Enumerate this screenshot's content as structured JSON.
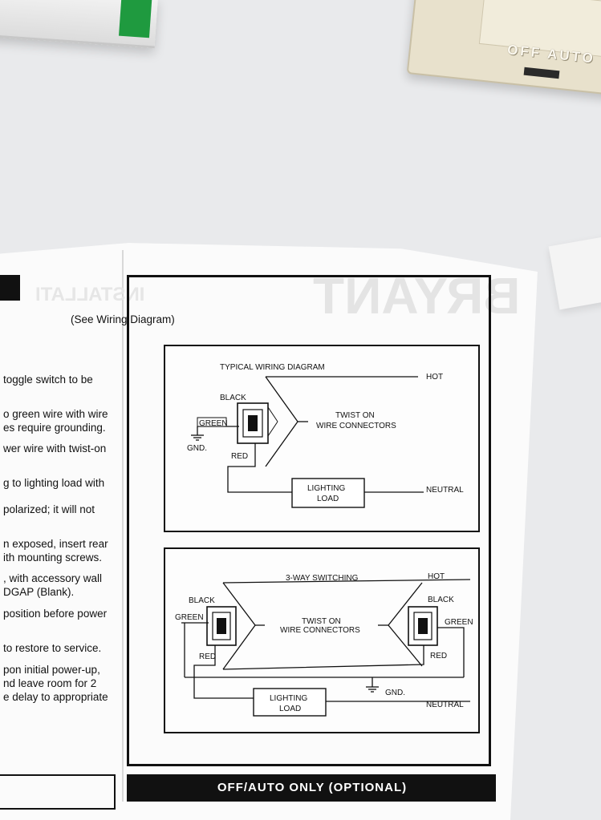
{
  "background": {
    "switch_label": "OFF AUTO"
  },
  "page": {
    "see_note": "(See Wiring Diagram)",
    "left_column_lines": [
      "toggle switch to be",
      "o green wire with wire",
      "es require grounding.",
      "wer wire with twist-on",
      "g to lighting load with",
      "polarized; it will not",
      "n exposed, insert rear",
      "ith mounting screws.",
      ", with accessory wall",
      "DGAP (Blank).",
      "position before power",
      "to restore to service.",
      "pon initial power-up,",
      "nd leave room for 2",
      "e delay to appropriate"
    ],
    "bottom_heading": "OFF/AUTO ONLY (OPTIONAL)"
  },
  "diagram1": {
    "title": "TYPICAL WIRING DIAGRAM",
    "hot": "HOT",
    "black": "BLACK",
    "green": "GREEN",
    "gnd": "GND.",
    "red": "RED",
    "twist_line1": "TWIST ON",
    "twist_line2": "WIRE CONNECTORS",
    "load_line1": "LIGHTING",
    "load_line2": "LOAD",
    "neutral": "NEUTRAL"
  },
  "diagram2": {
    "title": "3-WAY SWITCHING",
    "hot": "HOT",
    "black_left": "BLACK",
    "black_right": "BLACK",
    "green_left": "GREEN",
    "green_right": "GREEN",
    "twist_line1": "TWIST ON",
    "twist_line2": "WIRE CONNECTORS",
    "red_left": "RED",
    "red_right": "RED",
    "gnd": "GND.",
    "load_line1": "LIGHTING",
    "load_line2": "LOAD",
    "neutral": "NEUTRAL"
  }
}
